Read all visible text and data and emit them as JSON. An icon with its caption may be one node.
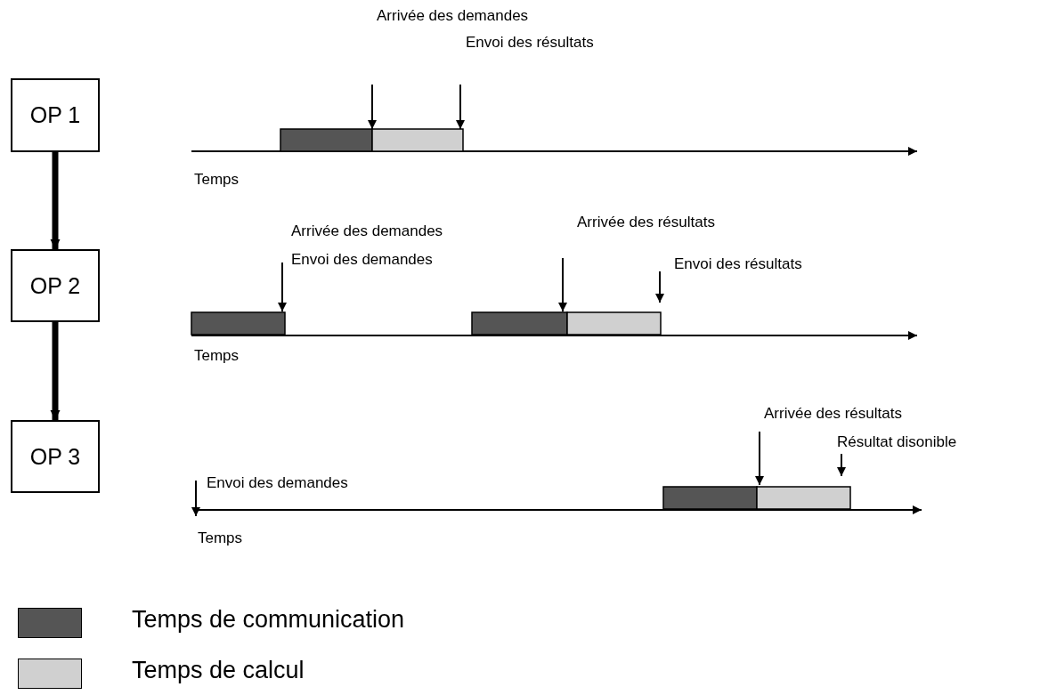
{
  "diagram": {
    "nodes": [
      {
        "text": [
          "OP 1"
        ]
      },
      {
        "text": [
          "OP 2"
        ]
      },
      {
        "text": [
          "OP 3"
        ]
      }
    ],
    "edges": [
      {
        "from": 0,
        "to": 1,
        "arrow": "to"
      },
      {
        "from": 1,
        "to": 2,
        "arrow": "to"
      }
    ],
    "labels": [
      "Arrivée des demandes",
      "Envoi des résultats",
      "Temps",
      "Arrivée des demandes",
      "Arrivée des résultats",
      "Envoi des demandes",
      "Envoi des résultats",
      "Temps",
      "Arrivée des résultats",
      "Résultat disonible",
      "Envoi des demandes",
      "Temps"
    ],
    "legend": [
      {
        "text": "Temps de communication",
        "color": "#555555"
      },
      {
        "text": "Temps de calcul",
        "color": "#d0d0d0"
      }
    ]
  }
}
